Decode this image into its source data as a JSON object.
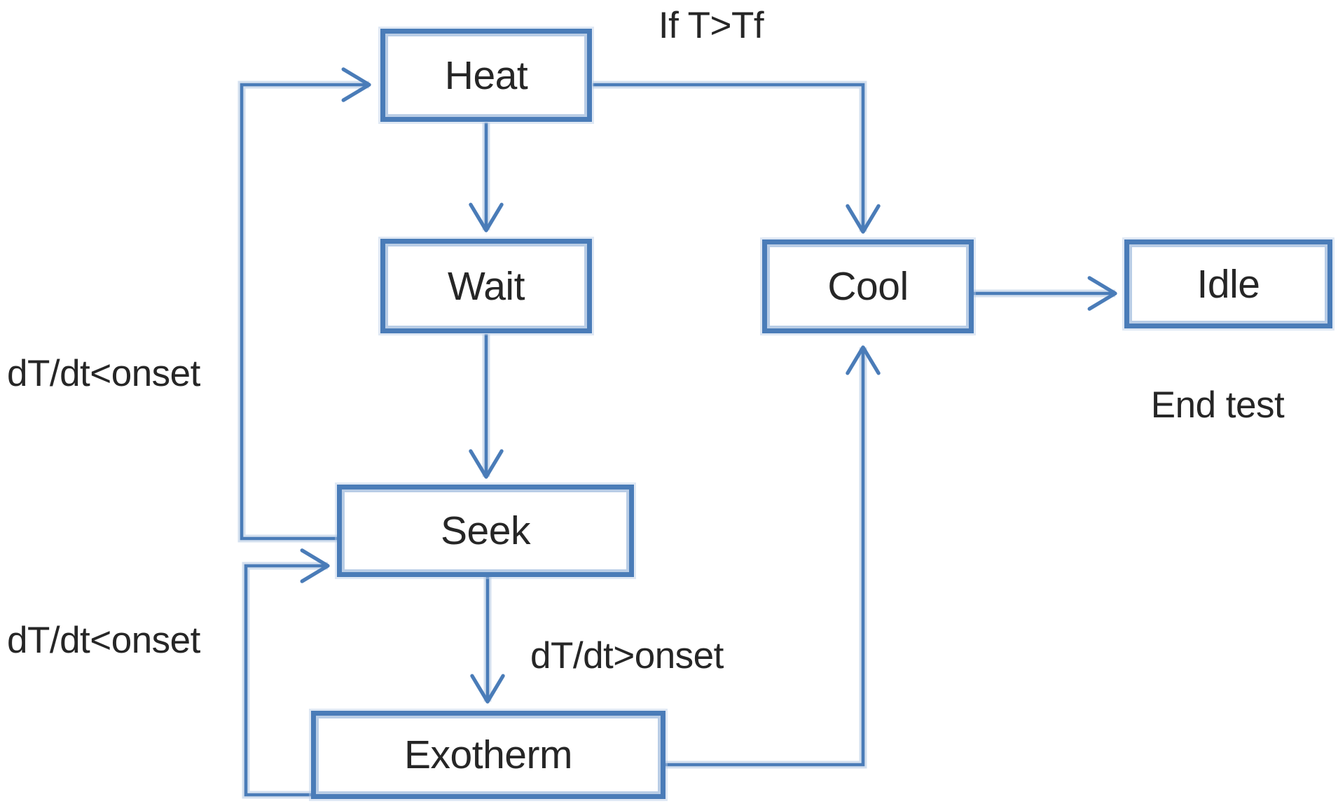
{
  "diagram": {
    "type": "state-flowchart",
    "nodes": {
      "heat": {
        "label": "Heat"
      },
      "wait": {
        "label": "Wait"
      },
      "cool": {
        "label": "Cool"
      },
      "idle": {
        "label": "Idle"
      },
      "seek": {
        "label": "Seek"
      },
      "exotherm": {
        "label": "Exotherm"
      }
    },
    "edge_labels": {
      "heat_to_cool": "If T>Tf",
      "seek_to_heat": "dT/dt<onset",
      "exotherm_to_seek": "dT/dt<onset",
      "seek_to_exotherm": "dT/dt>onset",
      "cool_to_idle_note": "End test"
    },
    "edges": [
      {
        "from": "heat",
        "to": "wait",
        "label": ""
      },
      {
        "from": "wait",
        "to": "seek",
        "label": ""
      },
      {
        "from": "seek",
        "to": "exotherm",
        "label": "dT/dt>onset"
      },
      {
        "from": "seek",
        "to": "heat",
        "label": "dT/dt<onset"
      },
      {
        "from": "exotherm",
        "to": "seek",
        "label": "dT/dt<onset"
      },
      {
        "from": "heat",
        "to": "cool",
        "label": "If T>Tf"
      },
      {
        "from": "exotherm",
        "to": "cool",
        "label": ""
      },
      {
        "from": "cool",
        "to": "idle",
        "label": "End test"
      }
    ]
  },
  "colors": {
    "box_border": "#4a7cb8",
    "box_inner": "#b9cde6",
    "line": "#4a7cb8",
    "line_halo": "#d4e0ef",
    "text": "#262626",
    "background": "#ffffff"
  }
}
